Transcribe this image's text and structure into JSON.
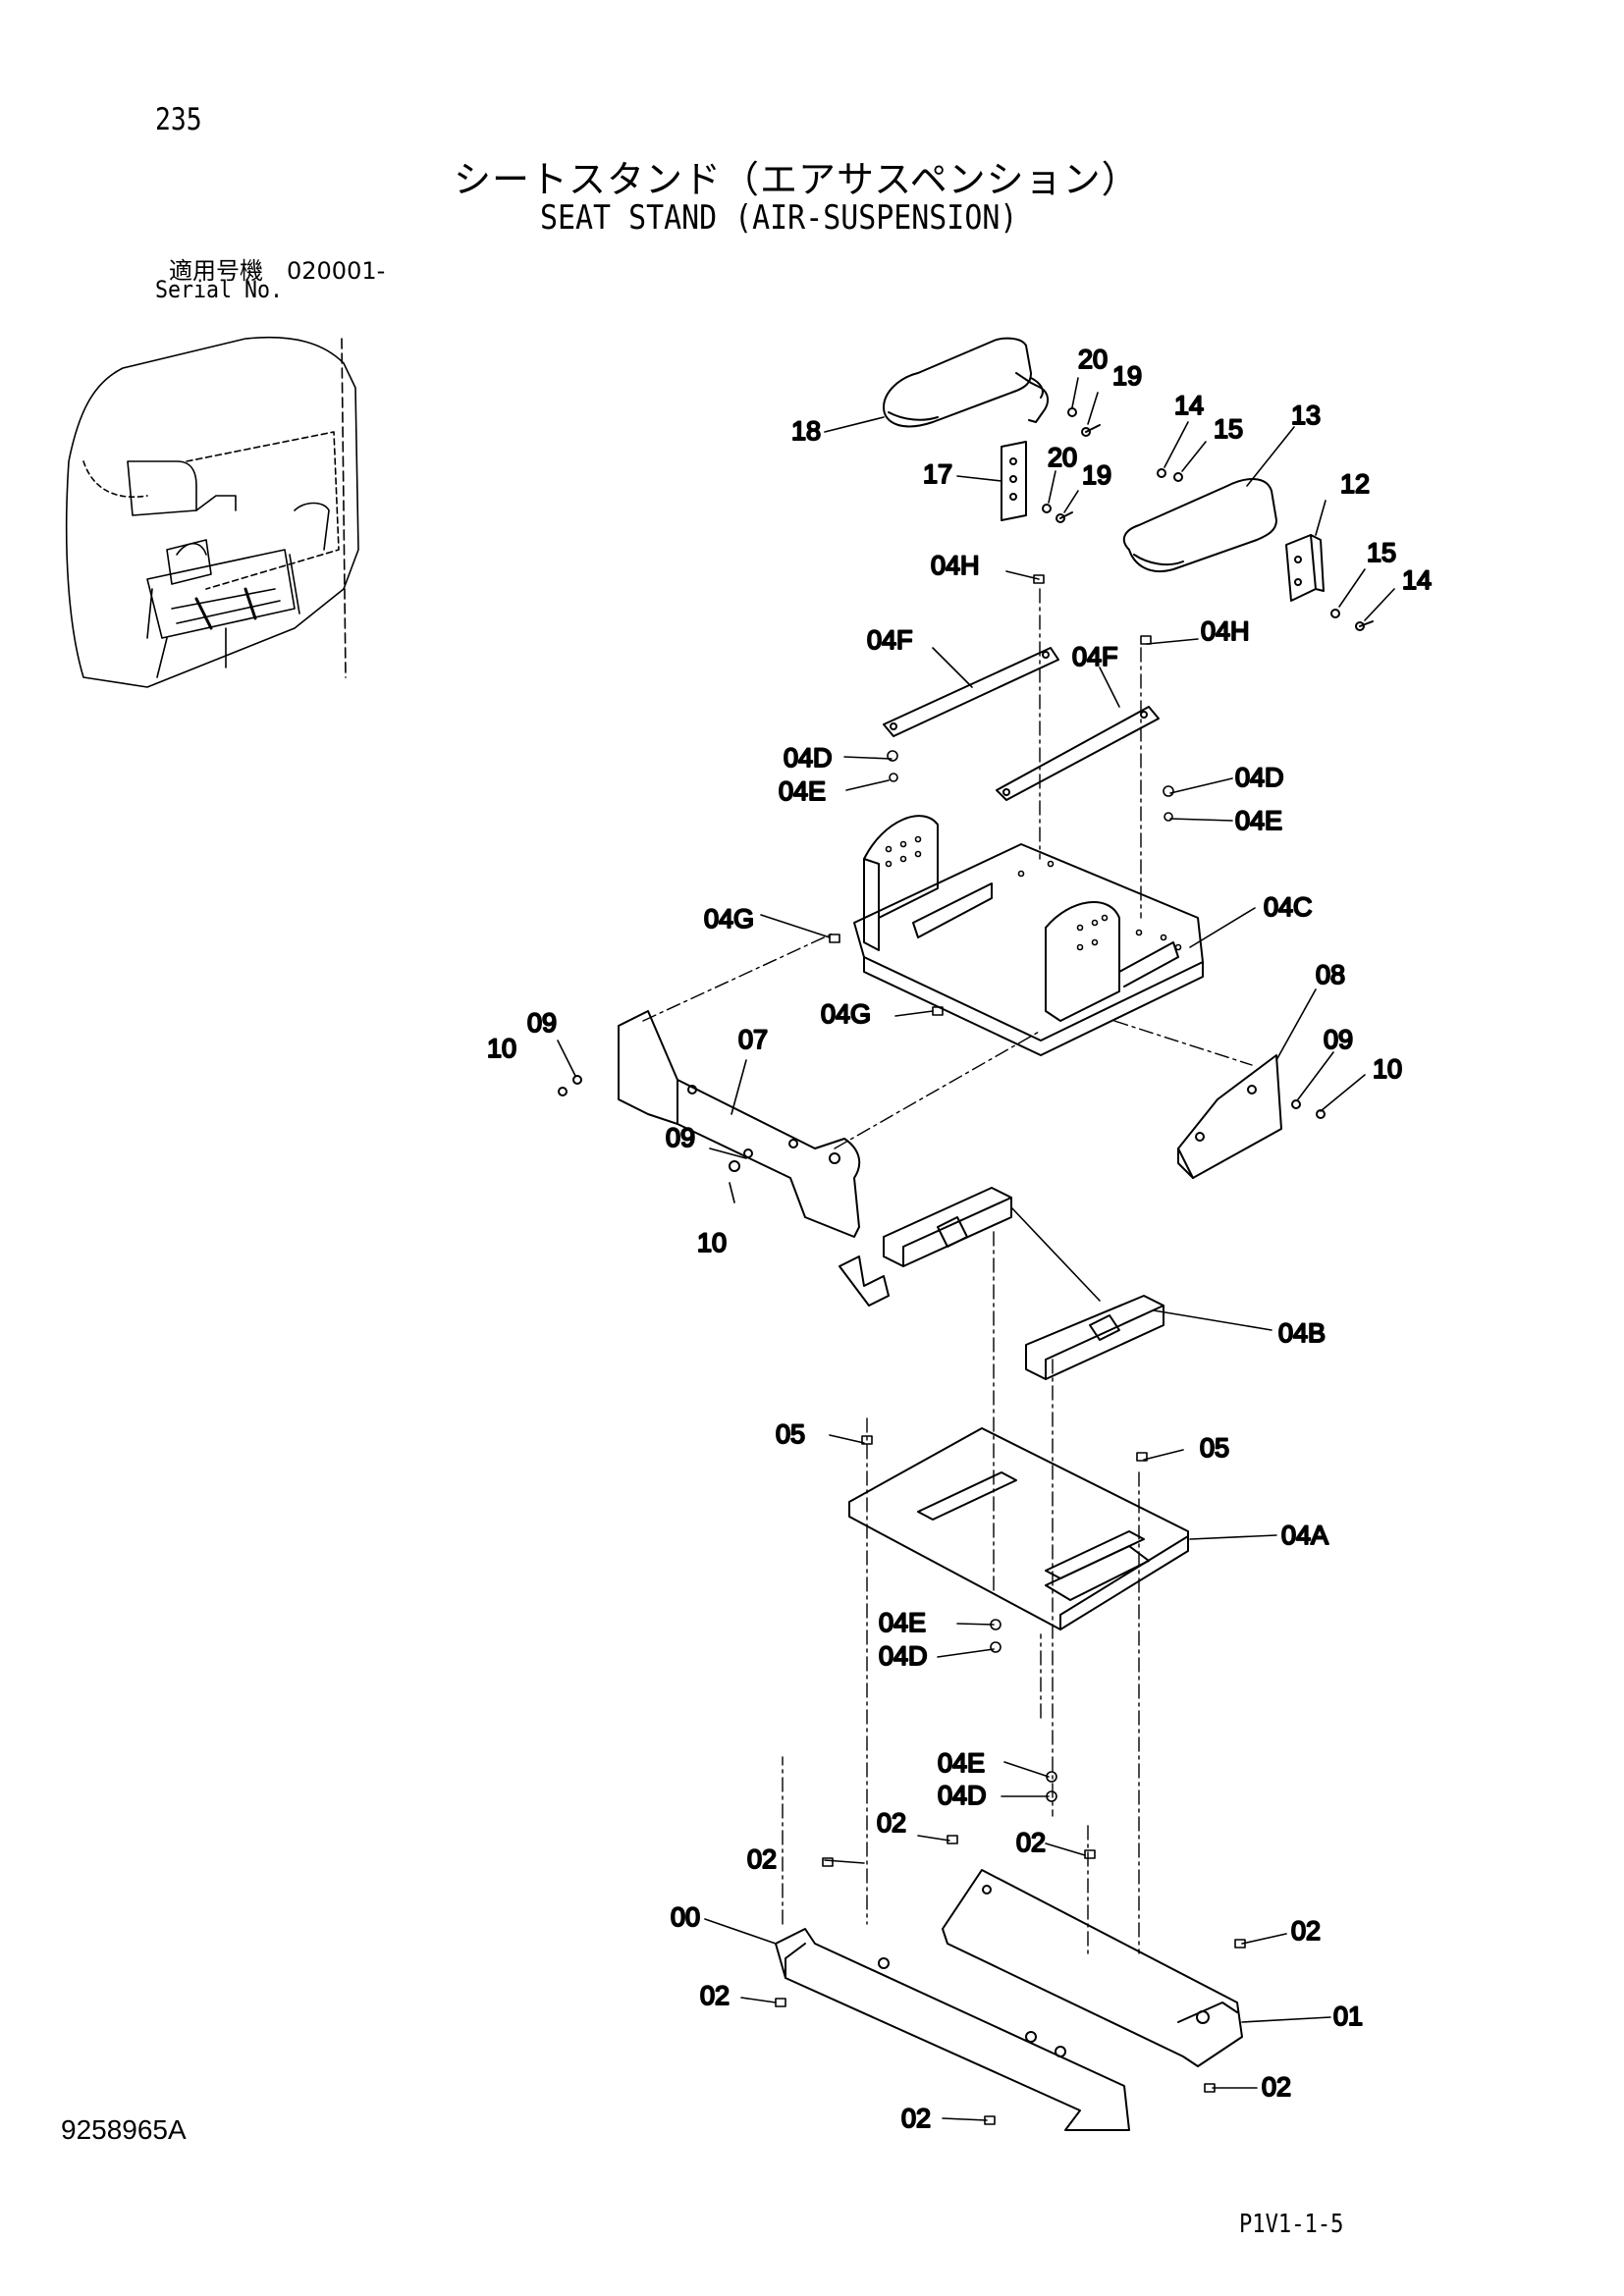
{
  "header": {
    "page_number": "235",
    "title_jp": "シートスタンド（エアサスペンション）",
    "title_en": "SEAT STAND (AIR-SUSPENSION)",
    "serial_label_jp": "適用号機　020001-",
    "serial_label_en": "Serial No."
  },
  "footer": {
    "doc_number": "9258965A",
    "page_ref": "P1V1-1-5"
  },
  "callouts": {
    "c18": "18",
    "c20a": "20",
    "c19a": "19",
    "c17": "17",
    "c20b": "20",
    "c19b": "19",
    "c14a": "14",
    "c15a": "15",
    "c13": "13",
    "c12": "12",
    "c15b": "15",
    "c14b": "14",
    "c04Ha": "04H",
    "c04Fa": "04F",
    "c04Fb": "04F",
    "c04Hb": "04H",
    "c04Da": "04D",
    "c04Ea": "04E",
    "c04Db": "04D",
    "c04Eb": "04E",
    "c04Ga": "04G",
    "c04C": "04C",
    "c04Gb": "04G",
    "c09a": "09",
    "c10a": "10",
    "c07": "07",
    "c08": "08",
    "c09b": "09",
    "c10b": "10",
    "c09c": "09",
    "c10c": "10",
    "c04B": "04B",
    "c05a": "05",
    "c05b": "05",
    "c04A": "04A",
    "c04Ec": "04E",
    "c04Dc": "04D",
    "c04Ed": "04E",
    "c04Dd": "04D",
    "c02a": "02",
    "c02b": "02",
    "c02c": "02",
    "c02d": "02",
    "c02e": "02",
    "c02f": "02",
    "c02g": "02",
    "c00": "00",
    "c01": "01"
  }
}
